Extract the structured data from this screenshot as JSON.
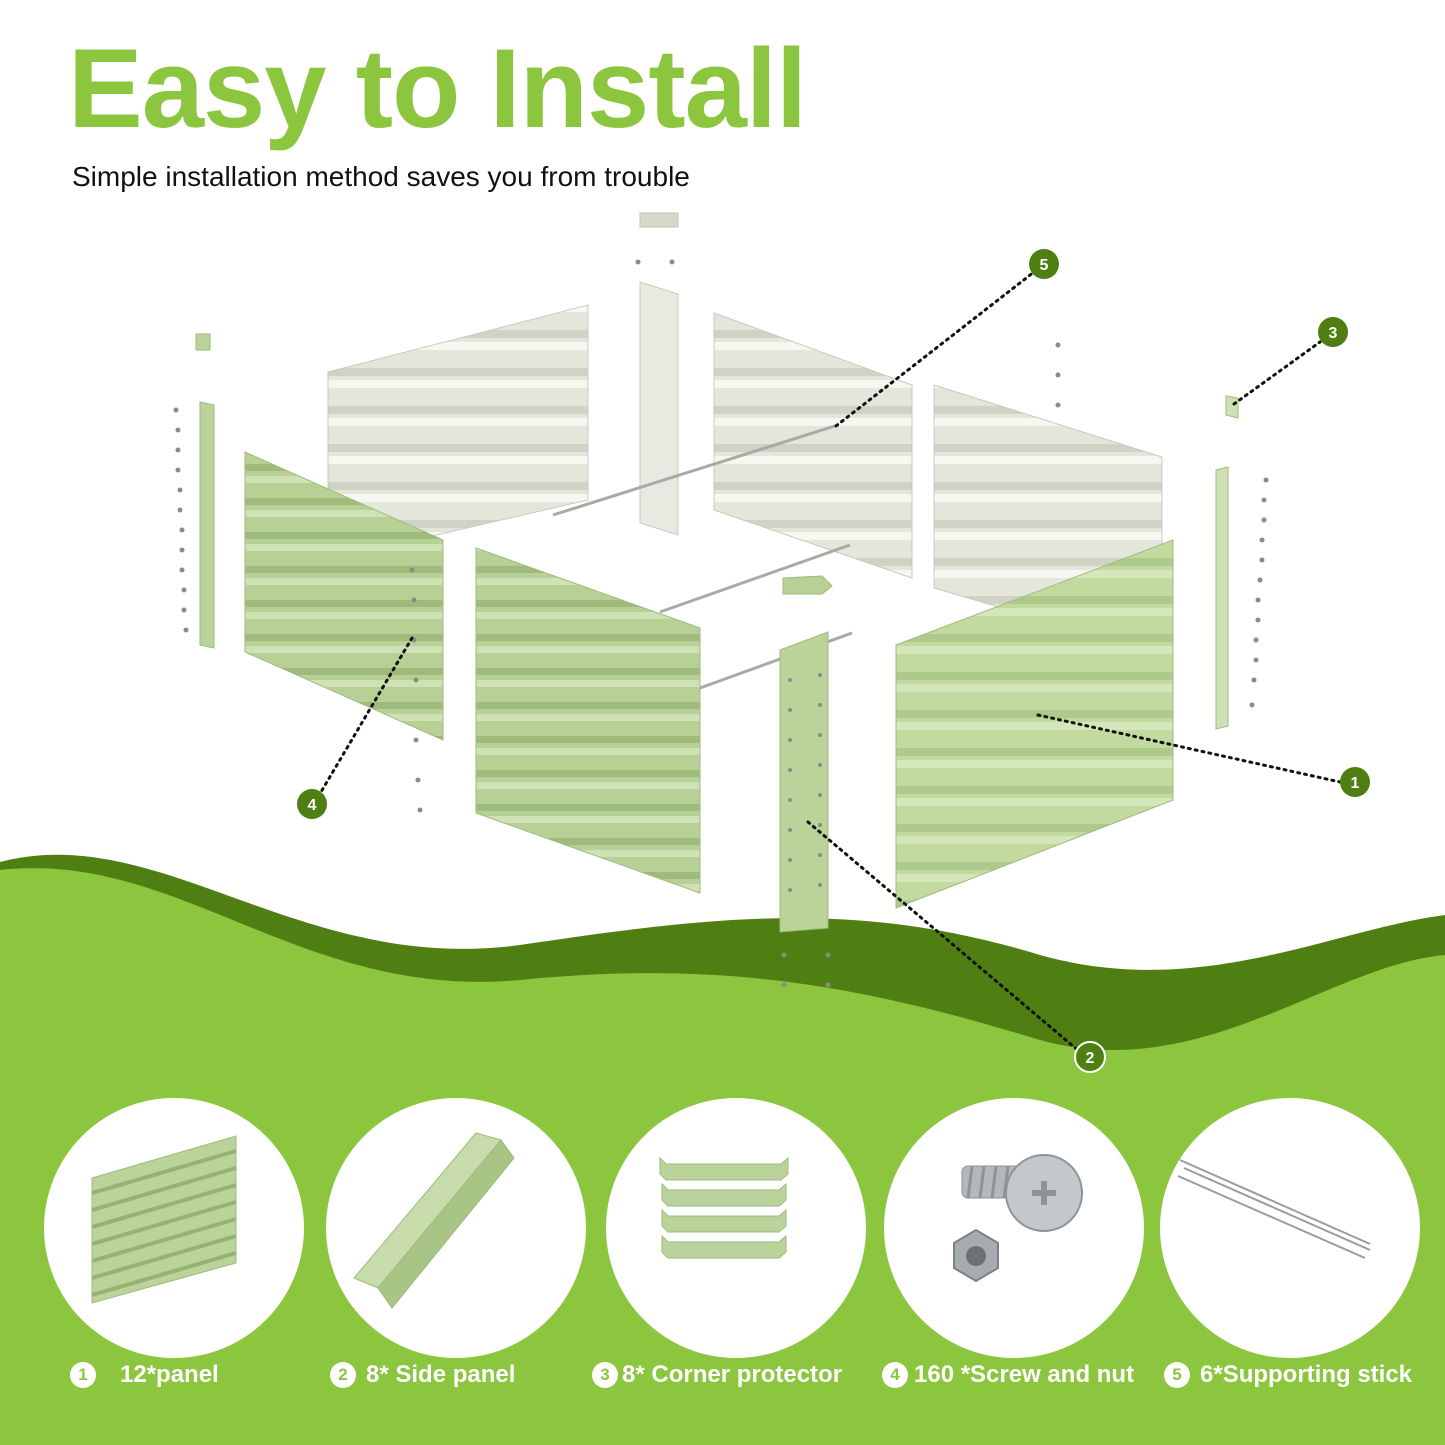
{
  "header": {
    "title": "Easy to Install",
    "subtitle": "Simple installation method saves you from trouble"
  },
  "colors": {
    "brand_green": "#8cc63f",
    "dark_green": "#4f7f12",
    "panel_green": "#b9d39a",
    "panel_silver": "#e6e8de",
    "white": "#ffffff"
  },
  "callouts": [
    {
      "number": "1",
      "target": "panel"
    },
    {
      "number": "2",
      "target": "side panel"
    },
    {
      "number": "3",
      "target": "corner protector"
    },
    {
      "number": "4",
      "target": "screw and nut"
    },
    {
      "number": "5",
      "target": "supporting stick"
    }
  ],
  "parts": [
    {
      "number": "1",
      "label": "12*panel",
      "icon": "corrugated-panel-icon"
    },
    {
      "number": "2",
      "label": "8* Side panel",
      "icon": "side-panel-icon"
    },
    {
      "number": "3",
      "label": "8* Corner protector",
      "icon": "corner-protector-icon"
    },
    {
      "number": "4",
      "label": "160 *Screw and nut",
      "icon": "screw-nut-icon"
    },
    {
      "number": "5",
      "label": "6*Supporting stick",
      "icon": "supporting-stick-icon"
    }
  ]
}
